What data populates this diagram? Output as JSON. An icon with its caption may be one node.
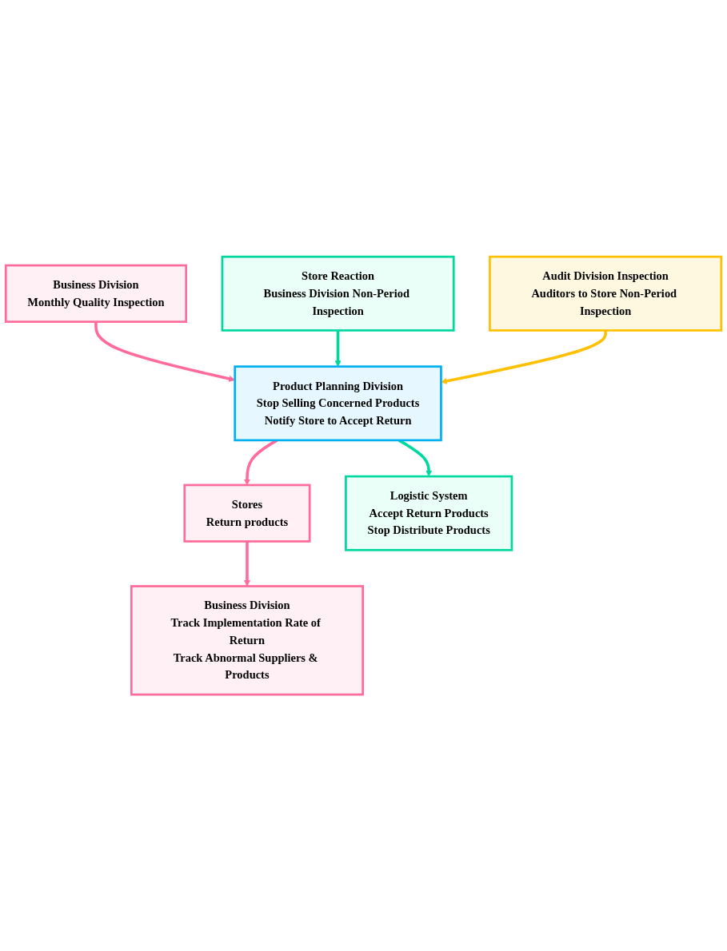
{
  "diagram": {
    "nodes": [
      {
        "text": [
          "Business Division",
          "Monthly Quality Inspection"
        ]
      },
      {
        "text": [
          "Store Reaction",
          "Business Division Non-Period Inspection"
        ]
      },
      {
        "text": [
          "Audit Division Inspection",
          "Auditors to Store Non-Period Inspection"
        ]
      },
      {
        "text": [
          "Product Planning Division",
          "Stop Selling Concerned Products",
          "Notify Store to Accept Return"
        ]
      },
      {
        "text": [
          "Stores",
          "Return products"
        ]
      },
      {
        "text": [
          "Logistic System",
          "Accept Return Products",
          "Stop Distribute Products"
        ]
      },
      {
        "text": [
          "Business Division",
          "Track Implementation Rate of Return",
          "Track Abnormal Suppliers & Products"
        ]
      }
    ],
    "edges": [
      {
        "from": 0,
        "to": 3,
        "arrow": "to",
        "color": "#ff6b9a"
      },
      {
        "from": 1,
        "to": 3,
        "arrow": "to",
        "color": "#00d89e"
      },
      {
        "from": 2,
        "to": 3,
        "arrow": "to",
        "color": "#ffc000"
      },
      {
        "from": 3,
        "to": 4,
        "arrow": "to",
        "color": "#ff6b9a"
      },
      {
        "from": 3,
        "to": 5,
        "arrow": "to",
        "color": "#00d89e"
      },
      {
        "from": 4,
        "to": 6,
        "arrow": "to",
        "color": "#ff6b9a"
      }
    ]
  }
}
